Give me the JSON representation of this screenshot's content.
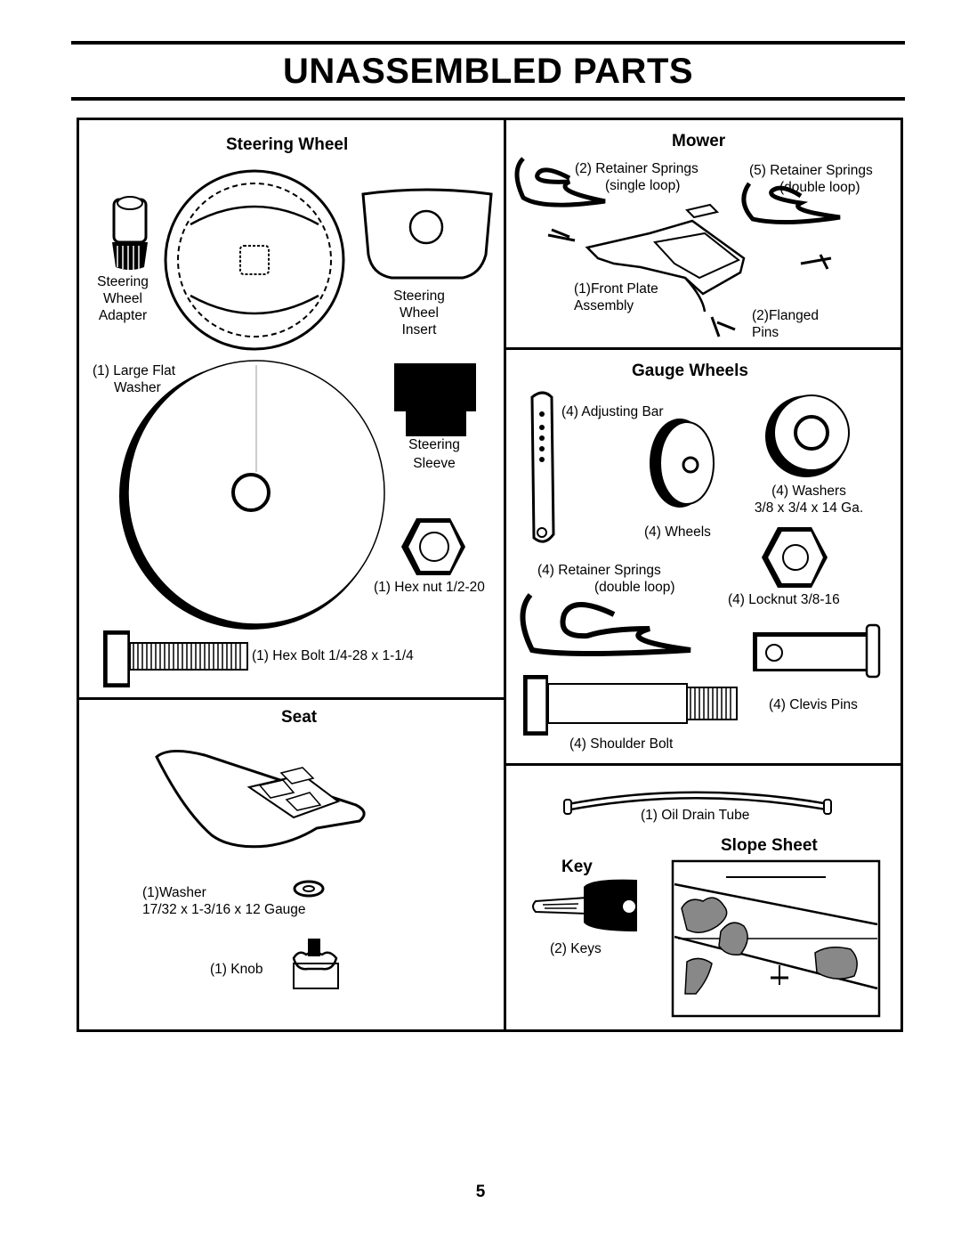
{
  "page": {
    "title": "UNASSEMBLED PARTS",
    "number": "5"
  },
  "steering_wheel": {
    "heading": "Steering Wheel",
    "adapter": [
      "Steering",
      "Wheel",
      "Adapter"
    ],
    "insert": [
      "Steering",
      "Wheel",
      "Insert"
    ],
    "large_flat_washer": [
      "(1) Large Flat",
      "Washer"
    ],
    "sleeve": [
      "Steering",
      "Sleeve"
    ],
    "hex_nut": "(1) Hex nut  1/2-20",
    "hex_bolt": "(1) Hex Bolt  1/4-28 x 1-1/4"
  },
  "mower": {
    "heading": "Mower",
    "retainer_single": [
      "(2)  Retainer Springs",
      "(single loop)"
    ],
    "retainer_double": [
      "(5)  Retainer Springs",
      "(double loop)"
    ],
    "front_plate": [
      "(1)Front Plate",
      "Assembly"
    ],
    "flanged_pins": [
      "(2)Flanged",
      "Pins"
    ]
  },
  "gauge_wheels": {
    "heading": "Gauge Wheels",
    "adjusting_bar": "(4) Adjusting Bar",
    "washers": [
      "(4) Washers",
      "3/8 x 3/4 x 14 Ga."
    ],
    "wheels": "(4) Wheels",
    "retainer_springs": [
      "(4)  Retainer Springs",
      "(double loop)"
    ],
    "locknut": "(4) Locknut  3/8-16",
    "clevis_pins": "(4) Clevis Pins",
    "shoulder_bolt": "(4) Shoulder Bolt"
  },
  "seat": {
    "heading": "Seat",
    "washer": [
      "(1)Washer",
      "17/32 x 1-3/16 x 12 Gauge"
    ],
    "knob": "(1) Knob"
  },
  "misc": {
    "oil_drain_tube": "(1) Oil Drain Tube",
    "slope_sheet_heading": "Slope Sheet",
    "key_heading": "Key",
    "keys": "(2) Keys"
  }
}
